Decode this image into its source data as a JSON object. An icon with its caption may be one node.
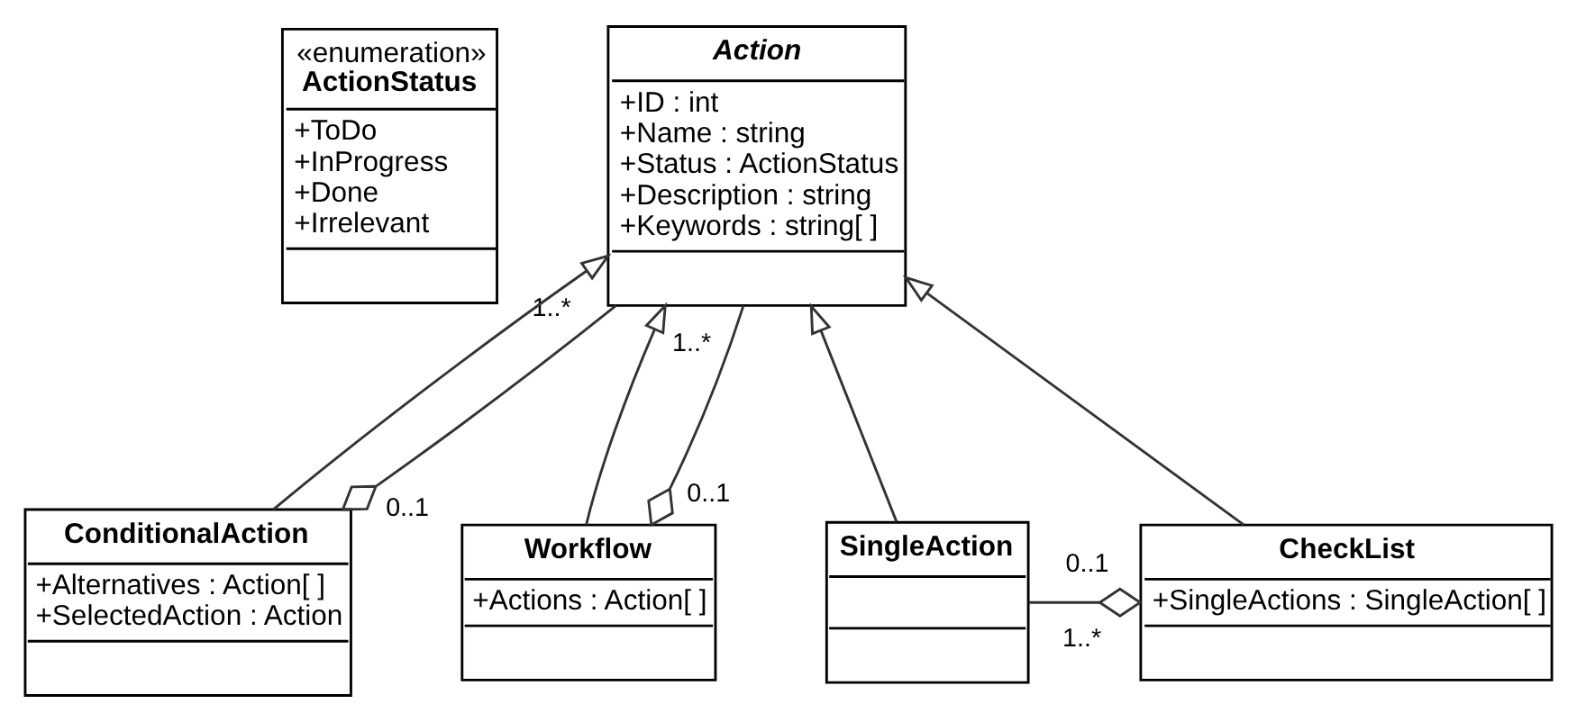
{
  "diagram": {
    "nodes": [
      {
        "text": [
          "«enumeration»",
          "ActionStatus",
          "+ToDo",
          "+InProgress",
          "+Done",
          "+Irrelevant"
        ]
      },
      {
        "text": [
          "Action",
          "+ID : int",
          "+Name : string",
          "+Status : ActionStatus",
          "+Description : string",
          "+Keywords : string[ ]"
        ]
      },
      {
        "text": [
          "SingleAction"
        ]
      },
      {
        "text": [
          "CheckList",
          "+SingleActions : SingleAction[ ]"
        ]
      },
      {
        "text": [
          "ConditionalAction",
          "+Alternatives : Action[ ]",
          "+SelectedAction : Action"
        ]
      },
      {
        "text": [
          "Workflow",
          "+Actions : Action[ ]"
        ]
      }
    ],
    "edges": [
      {
        "from": 2,
        "to": 1,
        "arrow": "to"
      },
      {
        "from": 3,
        "to": 1,
        "arrow": "to"
      },
      {
        "from": 4,
        "to": 1,
        "arrow": "to"
      },
      {
        "from": 5,
        "to": 1,
        "arrow": "to"
      },
      {
        "from": 2,
        "to": 3,
        "arrow": "other"
      },
      {
        "from": 1,
        "to": 4,
        "arrow": "other"
      },
      {
        "from": 1,
        "to": 5,
        "arrow": "other"
      }
    ],
    "labels": [
      "1..*",
      "1..*",
      "0..1",
      "0..1",
      "1..*",
      "0..1"
    ]
  }
}
